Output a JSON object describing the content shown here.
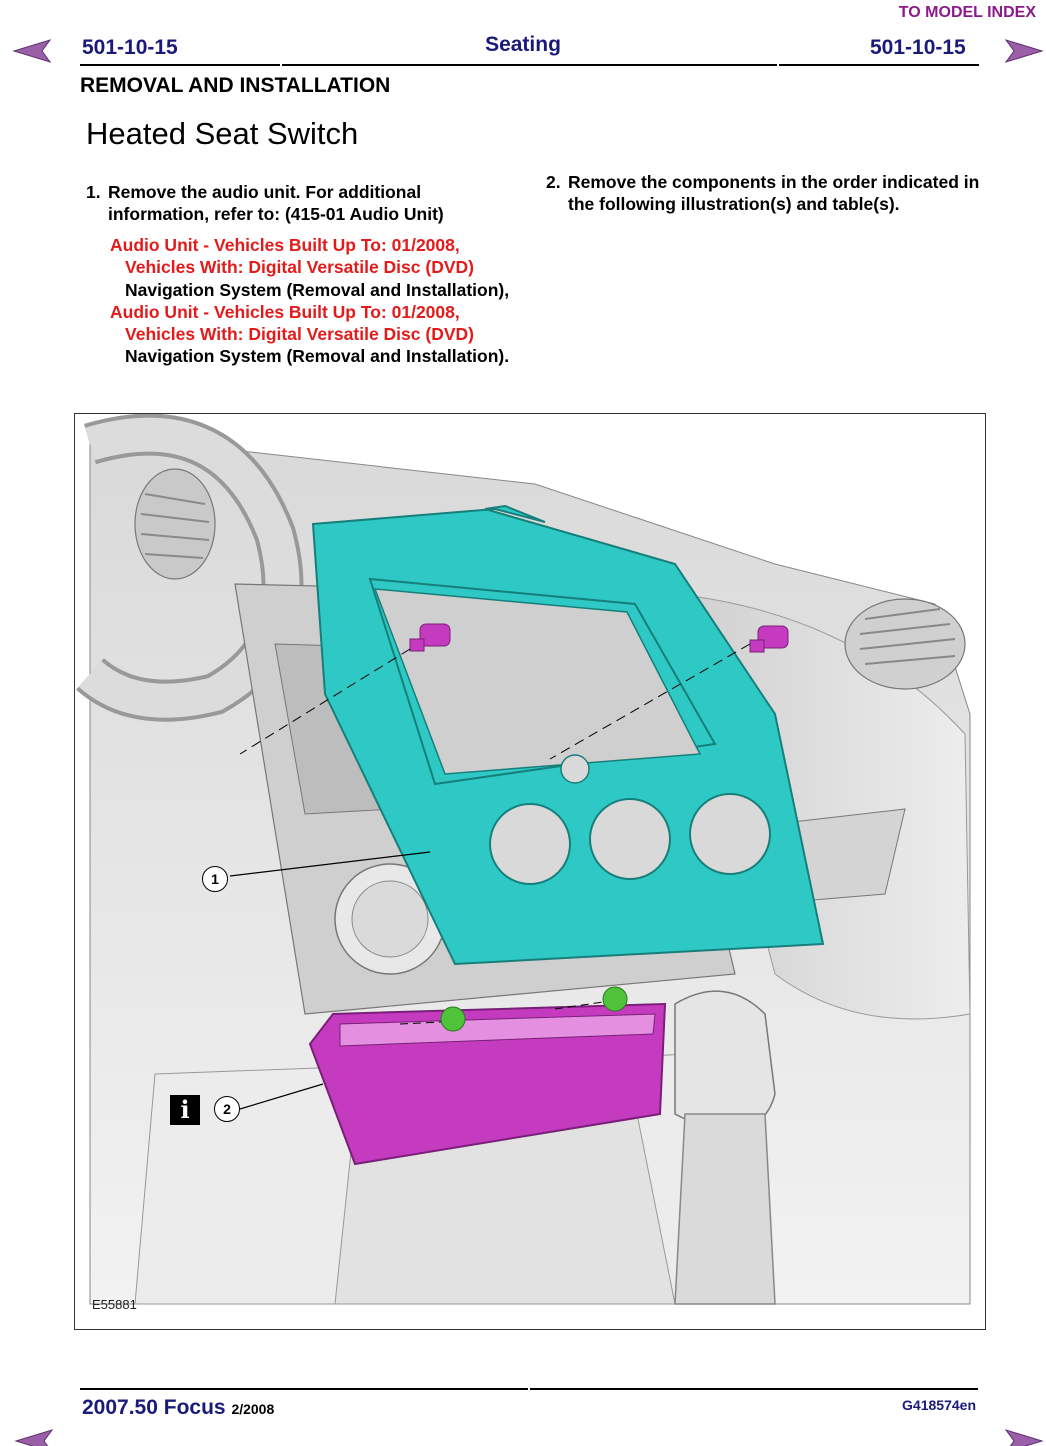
{
  "nav": {
    "to_model_index": "TO MODEL INDEX"
  },
  "header": {
    "code_left": "501-10-15",
    "title": "Seating",
    "code_right": "501-10-15"
  },
  "section": "REMOVAL AND INSTALLATION",
  "page_title": "Heated Seat Switch",
  "steps": [
    {
      "num": "1.",
      "text": "Remove the audio unit. For additional information, refer to: (415-01 Audio Unit)"
    },
    {
      "num": "2.",
      "text": "Remove the components in the order indicated in the following illustration(s) and table(s)."
    }
  ],
  "references": [
    {
      "link": "Audio Unit - Vehicles Built Up To: 01/2008, Vehicles With: Digital Versatile Disc (DVD)",
      "suffix": "Navigation System (Removal and Installation),"
    },
    {
      "link": "Audio Unit - Vehicles Built Up To: 01/2008, Vehicles With: Digital Versatile Disc (DVD)",
      "suffix": "Navigation System (Removal and Installation)."
    }
  ],
  "figure": {
    "id": "E55881",
    "callouts": [
      "1",
      "2"
    ],
    "info_icon": "i",
    "colors": {
      "trim_panel": "#2ec9c4",
      "switch_panel": "#c43bc0",
      "screw_magenta": "#c43bc0",
      "screw_green": "#4fc43a",
      "dash": "#e4e4e4"
    }
  },
  "footer": {
    "model": "2007.50 Focus",
    "date": "2/2008",
    "code": "G418574en"
  },
  "colors": {
    "nav_arrow": "#9a5fa8",
    "heading_blue": "#1a1a7a",
    "link_red": "#e31b1b",
    "model_index": "#8b1a8b"
  }
}
